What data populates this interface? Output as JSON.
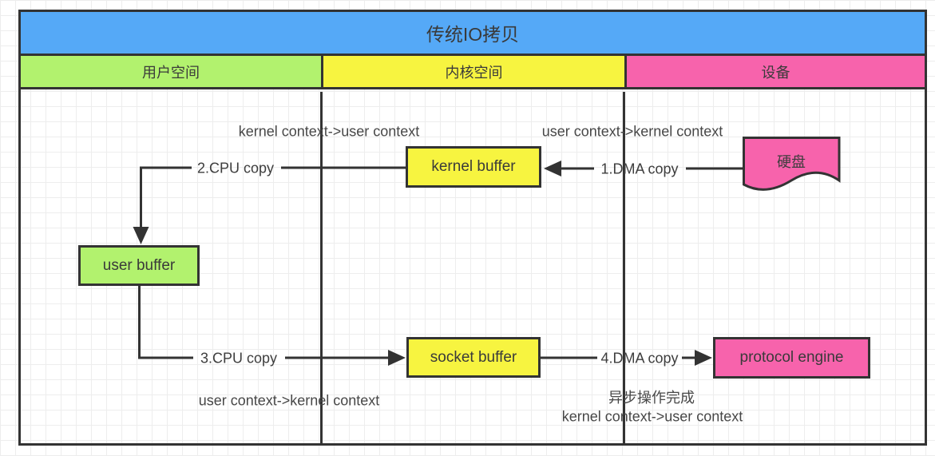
{
  "title": "传统IO拷贝",
  "columns": [
    {
      "id": "user-space",
      "label": "用户空间"
    },
    {
      "id": "kernel-space",
      "label": "内核空间"
    },
    {
      "id": "device",
      "label": "设备"
    }
  ],
  "nodes": {
    "kernel_buffer": {
      "label": "kernel buffer"
    },
    "user_buffer": {
      "label": "user buffer"
    },
    "socket_buffer": {
      "label": "socket buffer"
    },
    "protocol_engine": {
      "label": "protocol engine"
    },
    "hard_disk": {
      "label": "硬盘"
    }
  },
  "arrows": {
    "dma1": {
      "label": "1.DMA copy"
    },
    "cpu2": {
      "label": "2.CPU copy"
    },
    "cpu3": {
      "label": "3.CPU copy"
    },
    "dma4": {
      "label": "4.DMA copy"
    }
  },
  "annotations": {
    "top_left": "kernel context->user context",
    "top_right": "user context->kernel context",
    "bottom_left": "user context->kernel context",
    "async_done": "异步操作完成",
    "bottom_right": "kernel context->user context"
  },
  "colors": {
    "title_bg": "#55a9f7",
    "user_space": "#b2f26e",
    "kernel_space": "#f7f440",
    "device": "#f763ac",
    "stroke": "#333333"
  }
}
